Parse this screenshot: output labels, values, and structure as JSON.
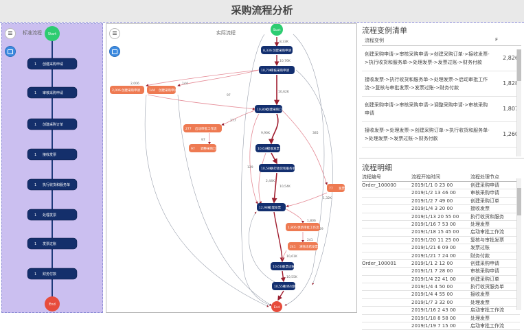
{
  "page": {
    "title": "采购流程分析"
  },
  "standard_panel": {
    "label": "标准流程",
    "start_label": "Start",
    "end_label": "End",
    "nodes": [
      {
        "count": "1",
        "name": "创建采购申请"
      },
      {
        "count": "1",
        "name": "审核采购申请"
      },
      {
        "count": "1",
        "name": "创建采购订单"
      },
      {
        "count": "1",
        "name": "接收发票"
      },
      {
        "count": "1",
        "name": "执行收货和服务单"
      },
      {
        "count": "1",
        "name": "处理发票"
      },
      {
        "count": "1",
        "name": "发票过账"
      },
      {
        "count": "1",
        "name": "财务付款"
      }
    ]
  },
  "actual_panel": {
    "label": "实际流程",
    "start_label": "Start",
    "end_label": "End",
    "nodes": [
      {
        "id": "n1",
        "count": "8,336",
        "name": "创建采购申请",
        "kind": "main"
      },
      {
        "id": "n2",
        "count": "10,70K",
        "name": "审核采购申请",
        "kind": "main"
      },
      {
        "id": "n3",
        "count": "2,006",
        "name": "创建采购申请",
        "kind": "alt"
      },
      {
        "id": "n4",
        "count": "144",
        "name": "创建采购申请",
        "kind": "alt"
      },
      {
        "id": "n5",
        "count": "10,80K",
        "name": "创建采购订单",
        "kind": "main"
      },
      {
        "id": "n6",
        "count": "277",
        "name": "启动审批工作流",
        "kind": "alt"
      },
      {
        "id": "n7",
        "count": "97",
        "name": "调整采购订单",
        "kind": "alt"
      },
      {
        "id": "n8",
        "count": "10,63K",
        "name": "接收发票",
        "kind": "main"
      },
      {
        "id": "n9",
        "count": "10,58K",
        "name": "执行收货和服务单",
        "kind": "main"
      },
      {
        "id": "n10",
        "count": "77",
        "name": "发票",
        "kind": "alt"
      },
      {
        "id": "n11",
        "count": "12,98K",
        "name": "处理发票",
        "kind": "main"
      },
      {
        "id": "n12",
        "count": "1,806",
        "name": "更新审批工作流",
        "kind": "alt"
      },
      {
        "id": "n13",
        "count": "241",
        "name": "清除冻结发票",
        "kind": "alt"
      },
      {
        "id": "n14",
        "count": "10,61K",
        "name": "发票过账",
        "kind": "main"
      },
      {
        "id": "n15",
        "count": "10,55K",
        "name": "财务付款",
        "kind": "main"
      }
    ],
    "edge_labels": [
      "8,33K",
      "10,76K",
      "2,006",
      "144",
      "10,62K",
      "277",
      "97",
      "9,90K",
      "10,54K",
      "1,806",
      "2,44K",
      "241",
      "10,61K",
      "10,55K",
      "385",
      "129",
      "1,32K",
      "97",
      "29"
    ]
  },
  "variants": {
    "title": "流程变例清单",
    "col_variant": "流程变例",
    "col_count": "F",
    "rows": [
      {
        "text": "创建采购申请->审核采购申请->创建采购订单->接收发票->执行收货和服务单->处理发票->发票过账->财务付款",
        "count": "2,826"
      },
      {
        "text": "接收发票->执行收货和服务单->处理发票->启动审批工作流->复核与审批发票->发票过账->财务付款",
        "count": "1,828"
      },
      {
        "text": "创建采购申请->审核采购申请->调整采购申请->审核采购申请",
        "count": "1,807"
      },
      {
        "text": "接收发票->处理发票->创建采购订单->执行收货和服务单->处理发票->发票过账->财务付款",
        "count": "1,260"
      }
    ]
  },
  "detail": {
    "title": "流程明细",
    "col_id": "流程编号",
    "col_time": "流程开始时间",
    "col_node": "流程处理节点",
    "rows": [
      {
        "id": "Order_100000",
        "time": "2019/1/1 0 23 00",
        "node": "创建采购申请"
      },
      {
        "id": "",
        "time": "2019/1/2 13 46 00",
        "node": "审核采购申请"
      },
      {
        "id": "",
        "time": "2019/1/2 7 49 00",
        "node": "创建采购订单"
      },
      {
        "id": "",
        "time": "2019/1/4 3 20 00",
        "node": "接收发票"
      },
      {
        "id": "",
        "time": "2019/1/13 20 55 00",
        "node": "执行收货和服务"
      },
      {
        "id": "",
        "time": "2019/1/16 7 53 00",
        "node": "处理发票"
      },
      {
        "id": "",
        "time": "2019/1/18 15 45 00",
        "node": "启动审批工作流"
      },
      {
        "id": "",
        "time": "2019/1/20 11 25 00",
        "node": "复核与审批发票"
      },
      {
        "id": "",
        "time": "2019/1/21 6 09 00",
        "node": "发票过账"
      },
      {
        "id": "",
        "time": "2019/1/21 7 24 00",
        "node": "财务付款"
      },
      {
        "id": "Order_100001",
        "time": "2019/1/1 2 12 00",
        "node": "创建采购申请"
      },
      {
        "id": "",
        "time": "2019/1/1 7 28 00",
        "node": "审核采购申请"
      },
      {
        "id": "",
        "time": "2019/1/4 22 41 00",
        "node": "创建采购订单"
      },
      {
        "id": "",
        "time": "2019/1/4 4 50 00",
        "node": "执行收货服务单"
      },
      {
        "id": "",
        "time": "2019/1/4 4 55 00",
        "node": "接收发票"
      },
      {
        "id": "",
        "time": "2019/1/7 3 32 00",
        "node": "处理发票"
      },
      {
        "id": "",
        "time": "2019/1/16 2 43 00",
        "node": "启动审批工作流"
      },
      {
        "id": "",
        "time": "2019/1/18 8 58 00",
        "node": "处理发票"
      },
      {
        "id": "",
        "time": "2019/1/19 7 15 00",
        "node": "启动审批工作流"
      }
    ]
  }
}
